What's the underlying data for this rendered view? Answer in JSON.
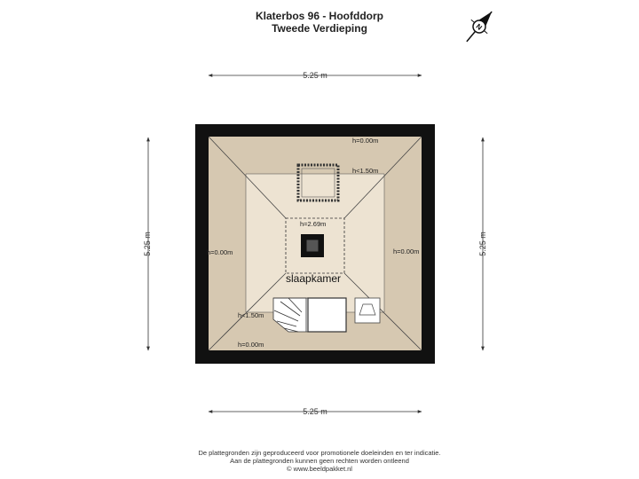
{
  "header": {
    "address": "Klaterbos 96 - Hoofddorp",
    "floor": "Tweede Verdieping"
  },
  "compass": {
    "icon": "compass-north-icon",
    "label": "N"
  },
  "dimensions": {
    "top": "5.25 m",
    "bottom": "5.25 m",
    "left": "5.25 m",
    "right": "5.25 m"
  },
  "room": {
    "name": "slaapkamer"
  },
  "heights": {
    "top_edge": "h=0.00m",
    "top_slope": "h<1.50m",
    "ridge": "h=2.69m",
    "left_edge": "h=0.00m",
    "right_edge": "h=0.00m",
    "bottom_slope": "h<1.50m",
    "bottom_edge": "h=0.00m"
  },
  "colors": {
    "wall": "#111111",
    "low_zone": "#d6c8b1",
    "mid_zone": "#ede3d2"
  },
  "footer": {
    "line1": "De plattegronden zijn geproduceerd voor promotionele doeleinden en ter indicatie.",
    "line2": "Aan de plattegronden kunnen geen rechten worden ontleend",
    "line3": "© www.beeldpakket.nl"
  }
}
